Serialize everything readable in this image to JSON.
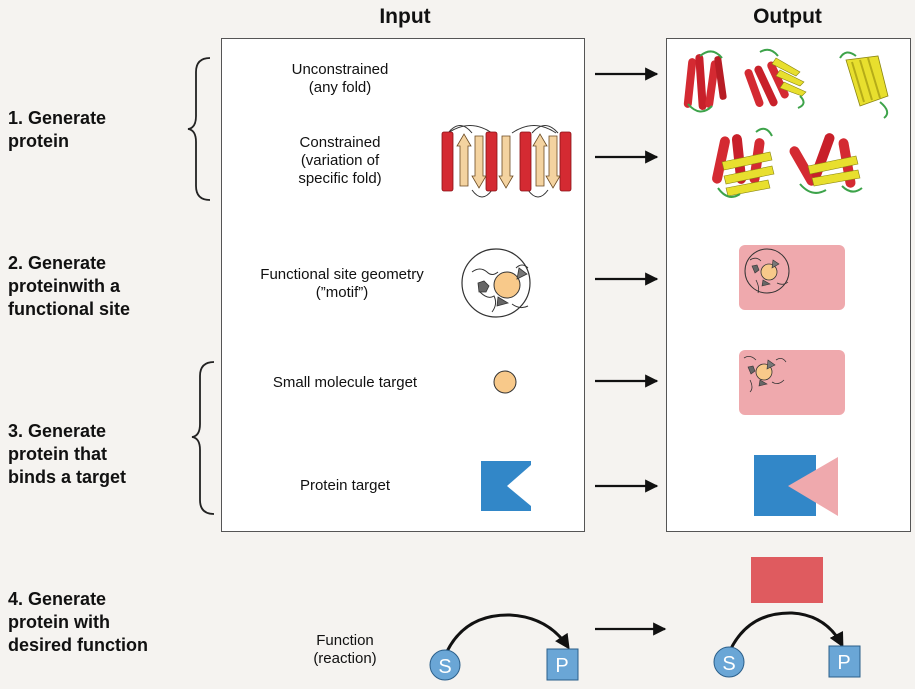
{
  "headers": {
    "input": "Input",
    "output": "Output"
  },
  "stages": [
    {
      "number": "1.",
      "title": "Generate\nprotein"
    },
    {
      "number": "2.",
      "title": "Generate\nproteinwith a\nfunctional site"
    },
    {
      "number": "3.",
      "title": "Generate\nprotein that\nbinds a target"
    },
    {
      "number": "4.",
      "title": "Generate\nprotein with\ndesired function"
    }
  ],
  "inputs": {
    "unconstrained": "Unconstrained\n(any fold)",
    "constrained": "Constrained\n(variation of\nspecific fold)",
    "functional_site": "Functional site geometry\n(”motif”)",
    "small_molecule": "Small molecule target",
    "protein_target": "Protein target",
    "function": "Function\n(reaction)"
  },
  "reaction": {
    "substrate": "S",
    "product": "P"
  },
  "colors": {
    "helix_red": "#d42a32",
    "strand_tan": "#f4d3a0",
    "ligand_orange": "#f8c98a",
    "pink_box": "#efa9ad",
    "blue_target": "#3287c8",
    "reaction_blue": "#6aa6d6",
    "red_rect": "#df5b5f",
    "sheet_yellow": "#e8df2e"
  }
}
